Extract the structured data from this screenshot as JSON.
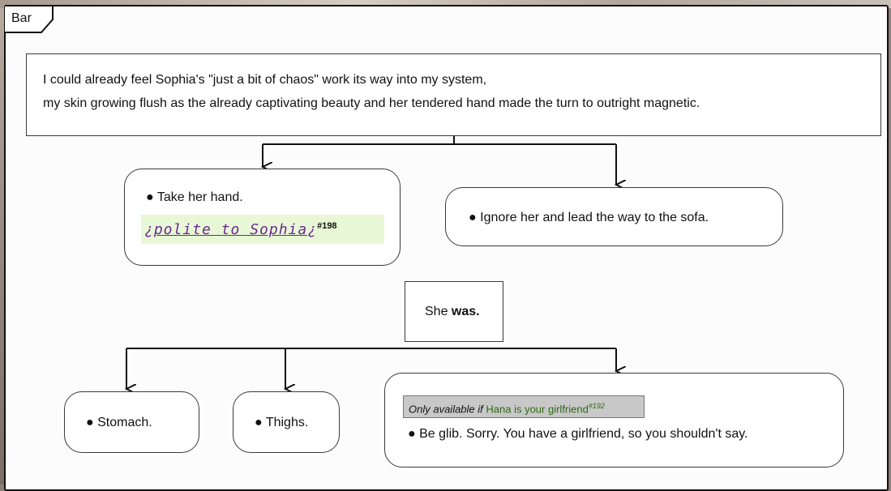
{
  "scene": {
    "tab_label": "Bar"
  },
  "narration": {
    "line1": "I could already feel Sophia's \"just a bit of chaos\" work its way into my system,",
    "line2": "my skin growing flush as the already captivating beauty and her tendered hand made the turn to outright magnetic."
  },
  "choices_1": [
    {
      "label": "Take her hand.",
      "condition": {
        "prefix": "¿",
        "text": "polite to Sophia",
        "suffix": "¿",
        "ref": "#198"
      }
    },
    {
      "label": "Ignore her and lead the way to the sofa."
    }
  ],
  "prompt": {
    "text_normal": "She ",
    "text_bold": "was."
  },
  "choices_2": [
    {
      "label": "Stomach."
    },
    {
      "label": "Thighs."
    },
    {
      "label": "Be glib. Sorry. You have a girlfriend, so you shouldn't say.",
      "requirement": {
        "prefix": "Only available if ",
        "text": "Hana is your girlfriend",
        "ref": "#192"
      }
    }
  ],
  "colors": {
    "condition_bg": "#e8f7d6",
    "condition_text": "#6a2b8f",
    "requirement_bg": "#c8c8c8",
    "requirement_text": "#2d6a12"
  }
}
